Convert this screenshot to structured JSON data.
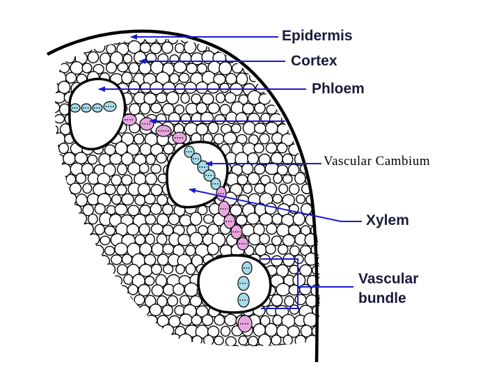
{
  "labels": {
    "epidermis": "Epidermis",
    "cortex": "Cortex",
    "phloem": "Phloem",
    "vascular_cambium": "Vascular Cambium",
    "xylem": "Xylem",
    "vascular_bundle_line1": "Vascular",
    "vascular_bundle_line2": "bundle"
  },
  "colors": {
    "arrow": "#1a1acc",
    "label_text": "#1a1a3c",
    "outline": "#000000",
    "cambium_cells": "#e8a6e0",
    "phloem_cells": "#a8dcea"
  }
}
